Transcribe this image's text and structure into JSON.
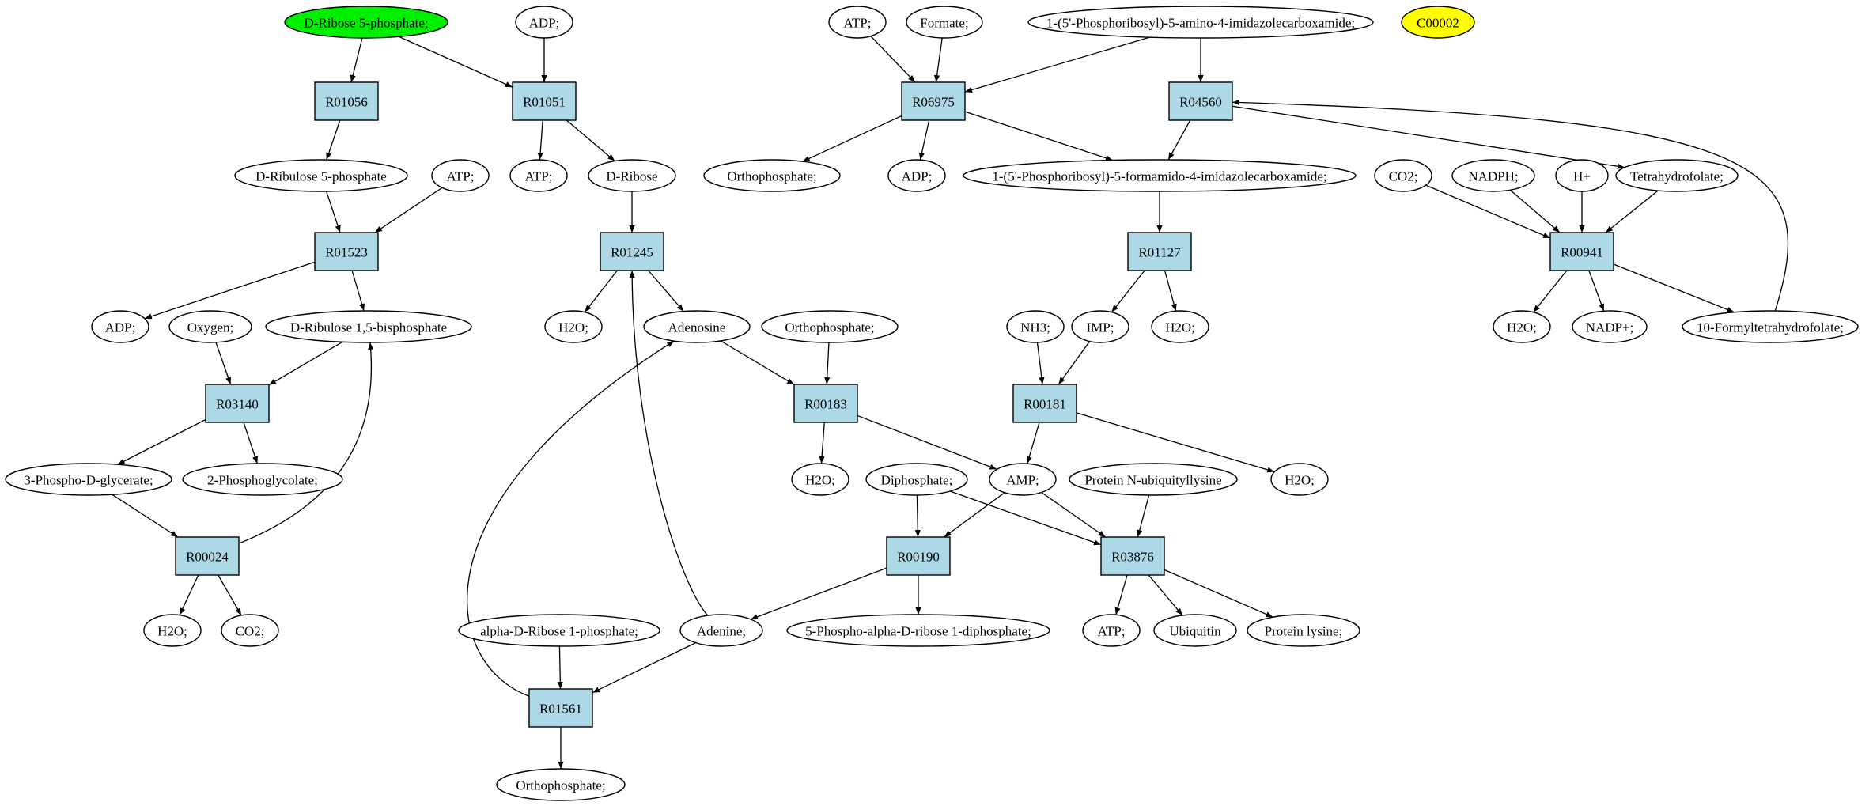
{
  "colors": {
    "start": "#00ee00",
    "query": "#ffff00",
    "compound": "#ffffff",
    "reaction": "#add8e6"
  },
  "nodes": [
    {
      "id": "c_r5p",
      "kind": "compound",
      "label": "D-Ribose 5-phosphate;",
      "style": "start"
    },
    {
      "id": "c_adp_top",
      "kind": "compound",
      "label": "ADP;"
    },
    {
      "id": "c_atp_top",
      "kind": "compound",
      "label": "ATP;"
    },
    {
      "id": "c_formate",
      "kind": "compound",
      "label": "Formate;"
    },
    {
      "id": "c_aicar",
      "kind": "compound",
      "label": "1-(5'-Phosphoribosyl)-5-amino-4-imidazolecarboxamide;"
    },
    {
      "id": "c_c00002",
      "kind": "compound",
      "label": "C00002",
      "style": "query"
    },
    {
      "id": "r_R01056",
      "kind": "reaction",
      "label": "R01056"
    },
    {
      "id": "r_R01051",
      "kind": "reaction",
      "label": "R01051"
    },
    {
      "id": "r_R06975",
      "kind": "reaction",
      "label": "R06975"
    },
    {
      "id": "r_R04560",
      "kind": "reaction",
      "label": "R04560"
    },
    {
      "id": "c_ru5p",
      "kind": "compound",
      "label": "D-Ribulose 5-phosphate"
    },
    {
      "id": "c_atp_l",
      "kind": "compound",
      "label": "ATP;"
    },
    {
      "id": "c_atp_m",
      "kind": "compound",
      "label": "ATP;"
    },
    {
      "id": "c_dribose",
      "kind": "compound",
      "label": "D-Ribose"
    },
    {
      "id": "c_pi_top",
      "kind": "compound",
      "label": "Orthophosphate;"
    },
    {
      "id": "c_adp_m",
      "kind": "compound",
      "label": "ADP;"
    },
    {
      "id": "c_faicar",
      "kind": "compound",
      "label": "1-(5'-Phosphoribosyl)-5-formamido-4-imidazolecarboxamide;"
    },
    {
      "id": "c_co2_r",
      "kind": "compound",
      "label": "CO2;"
    },
    {
      "id": "c_nadph",
      "kind": "compound",
      "label": "NADPH;"
    },
    {
      "id": "c_hplus",
      "kind": "compound",
      "label": "H+"
    },
    {
      "id": "c_thf",
      "kind": "compound",
      "label": "Tetrahydrofolate;"
    },
    {
      "id": "r_R01523",
      "kind": "reaction",
      "label": "R01523"
    },
    {
      "id": "r_R01245",
      "kind": "reaction",
      "label": "R01245"
    },
    {
      "id": "r_R01127",
      "kind": "reaction",
      "label": "R01127"
    },
    {
      "id": "r_R00941",
      "kind": "reaction",
      "label": "R00941"
    },
    {
      "id": "c_adp_l",
      "kind": "compound",
      "label": "ADP;"
    },
    {
      "id": "c_oxygen",
      "kind": "compound",
      "label": "Oxygen;"
    },
    {
      "id": "c_rubp",
      "kind": "compound",
      "label": "D-Ribulose 1,5-bisphosphate"
    },
    {
      "id": "c_h2o_a",
      "kind": "compound",
      "label": "H2O;"
    },
    {
      "id": "c_adenosine",
      "kind": "compound",
      "label": "Adenosine"
    },
    {
      "id": "c_pi_mid",
      "kind": "compound",
      "label": "Orthophosphate;"
    },
    {
      "id": "c_nh3",
      "kind": "compound",
      "label": "NH3;"
    },
    {
      "id": "c_imp",
      "kind": "compound",
      "label": "IMP;"
    },
    {
      "id": "c_h2o_b",
      "kind": "compound",
      "label": "H2O;"
    },
    {
      "id": "c_h2o_c",
      "kind": "compound",
      "label": "H2O;"
    },
    {
      "id": "c_nadp",
      "kind": "compound",
      "label": "NADP+;"
    },
    {
      "id": "c_fthf",
      "kind": "compound",
      "label": "10-Formyltetrahydrofolate;"
    },
    {
      "id": "r_R03140",
      "kind": "reaction",
      "label": "R03140"
    },
    {
      "id": "r_R00183",
      "kind": "reaction",
      "label": "R00183"
    },
    {
      "id": "r_R00181",
      "kind": "reaction",
      "label": "R00181"
    },
    {
      "id": "c_3pg",
      "kind": "compound",
      "label": "3-Phospho-D-glycerate;"
    },
    {
      "id": "c_2pgly",
      "kind": "compound",
      "label": "2-Phosphoglycolate;"
    },
    {
      "id": "c_h2o_d",
      "kind": "compound",
      "label": "H2O;"
    },
    {
      "id": "c_diphos",
      "kind": "compound",
      "label": "Diphosphate;"
    },
    {
      "id": "c_amp",
      "kind": "compound",
      "label": "AMP;"
    },
    {
      "id": "c_pnub",
      "kind": "compound",
      "label": "Protein N-ubiquityllysine"
    },
    {
      "id": "c_h2o_e",
      "kind": "compound",
      "label": "H2O;"
    },
    {
      "id": "r_R00024",
      "kind": "reaction",
      "label": "R00024"
    },
    {
      "id": "r_R00190",
      "kind": "reaction",
      "label": "R00190"
    },
    {
      "id": "r_R03876",
      "kind": "reaction",
      "label": "R03876"
    },
    {
      "id": "c_h2o_f",
      "kind": "compound",
      "label": "H2O;"
    },
    {
      "id": "c_co2_l",
      "kind": "compound",
      "label": "CO2;"
    },
    {
      "id": "c_ar1p",
      "kind": "compound",
      "label": "alpha-D-Ribose 1-phosphate;"
    },
    {
      "id": "c_adenine",
      "kind": "compound",
      "label": "Adenine;"
    },
    {
      "id": "c_prpp",
      "kind": "compound",
      "label": "5-Phospho-alpha-D-ribose 1-diphosphate;"
    },
    {
      "id": "c_atp_b",
      "kind": "compound",
      "label": "ATP;"
    },
    {
      "id": "c_ubiq",
      "kind": "compound",
      "label": "Ubiquitin"
    },
    {
      "id": "c_plys",
      "kind": "compound",
      "label": "Protein lysine;"
    },
    {
      "id": "r_R01561",
      "kind": "reaction",
      "label": "R01561"
    },
    {
      "id": "c_pi_bot",
      "kind": "compound",
      "label": "Orthophosphate;"
    }
  ],
  "edges": [
    [
      "c_r5p",
      "r_R01056"
    ],
    [
      "c_r5p",
      "r_R01051"
    ],
    [
      "c_adp_top",
      "r_R01051"
    ],
    [
      "c_atp_top",
      "r_R06975"
    ],
    [
      "c_formate",
      "r_R06975"
    ],
    [
      "c_aicar",
      "r_R06975"
    ],
    [
      "c_aicar",
      "r_R04560"
    ],
    [
      "r_R01056",
      "c_ru5p"
    ],
    [
      "r_R01051",
      "c_atp_m"
    ],
    [
      "r_R01051",
      "c_dribose"
    ],
    [
      "r_R06975",
      "c_pi_top"
    ],
    [
      "r_R06975",
      "c_adp_m"
    ],
    [
      "r_R06975",
      "c_faicar"
    ],
    [
      "r_R04560",
      "c_faicar"
    ],
    [
      "r_R04560",
      "c_thf"
    ],
    [
      "c_ru5p",
      "r_R01523"
    ],
    [
      "c_atp_l",
      "r_R01523"
    ],
    [
      "c_dribose",
      "r_R01245"
    ],
    [
      "c_faicar",
      "r_R01127"
    ],
    [
      "c_co2_r",
      "r_R00941"
    ],
    [
      "c_nadph",
      "r_R00941"
    ],
    [
      "c_hplus",
      "r_R00941"
    ],
    [
      "c_thf",
      "r_R00941"
    ],
    [
      "r_R01523",
      "c_adp_l"
    ],
    [
      "r_R01523",
      "c_rubp"
    ],
    [
      "r_R01245",
      "c_h2o_a"
    ],
    [
      "r_R01245",
      "c_adenosine"
    ],
    [
      "r_R01127",
      "c_imp"
    ],
    [
      "r_R01127",
      "c_h2o_b"
    ],
    [
      "r_R00941",
      "c_h2o_c"
    ],
    [
      "r_R00941",
      "c_nadp"
    ],
    [
      "r_R00941",
      "c_fthf"
    ],
    [
      "c_fthf",
      "r_R04560"
    ],
    [
      "c_oxygen",
      "r_R03140"
    ],
    [
      "c_rubp",
      "r_R03140"
    ],
    [
      "c_adenosine",
      "r_R00183"
    ],
    [
      "c_pi_mid",
      "r_R00183"
    ],
    [
      "c_nh3",
      "r_R00181"
    ],
    [
      "c_imp",
      "r_R00181"
    ],
    [
      "r_R03140",
      "c_3pg"
    ],
    [
      "r_R03140",
      "c_2pgly"
    ],
    [
      "r_R00183",
      "c_h2o_d"
    ],
    [
      "r_R00183",
      "c_amp"
    ],
    [
      "r_R00181",
      "c_amp"
    ],
    [
      "r_R00181",
      "c_h2o_e"
    ],
    [
      "c_3pg",
      "r_R00024"
    ],
    [
      "r_R00024",
      "c_rubp"
    ],
    [
      "c_diphos",
      "r_R00190"
    ],
    [
      "c_amp",
      "r_R00190"
    ],
    [
      "c_diphos",
      "r_R03876"
    ],
    [
      "c_amp",
      "r_R03876"
    ],
    [
      "c_pnub",
      "r_R03876"
    ],
    [
      "r_R00024",
      "c_h2o_f"
    ],
    [
      "r_R00024",
      "c_co2_l"
    ],
    [
      "r_R00190",
      "c_adenine"
    ],
    [
      "r_R00190",
      "c_prpp"
    ],
    [
      "r_R03876",
      "c_atp_b"
    ],
    [
      "r_R03876",
      "c_ubiq"
    ],
    [
      "r_R03876",
      "c_plys"
    ],
    [
      "c_ar1p",
      "r_R01561"
    ],
    [
      "c_adenine",
      "r_R01561"
    ],
    [
      "c_adenine",
      "r_R01245"
    ],
    [
      "r_R01561",
      "c_adenosine"
    ],
    [
      "r_R01561",
      "c_pi_bot"
    ]
  ]
}
